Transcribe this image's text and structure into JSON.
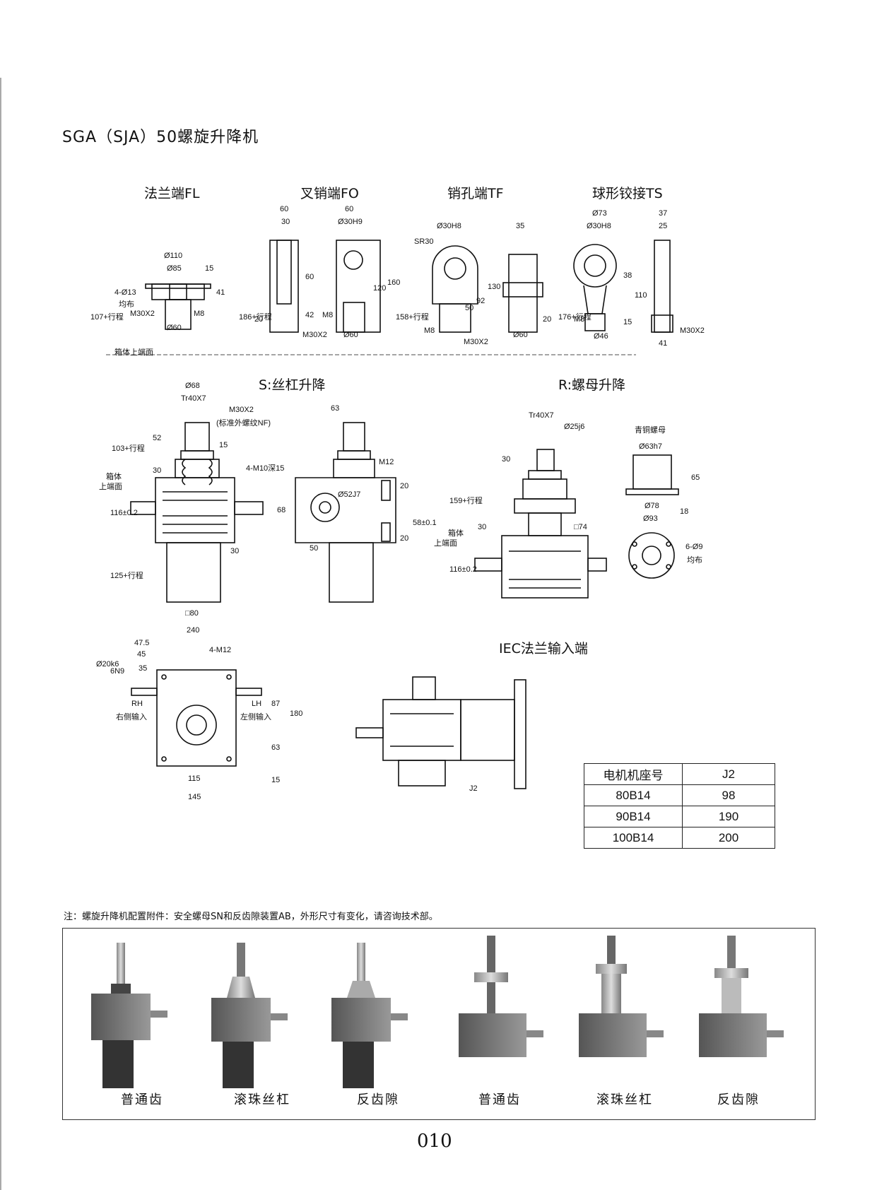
{
  "title": "SGA（SJA）50螺旋升降机",
  "sections": {
    "fl": "法兰端FL",
    "fo": "叉销端FO",
    "tf": "销孔端TF",
    "ts": "球形铰接TS",
    "s_lift": "S:丝杠升降",
    "r_lift": "R:螺母升降",
    "iec": "IEC法兰输入端"
  },
  "dims": {
    "fl": [
      "Ø110",
      "Ø85",
      "15",
      "4-Ø13",
      "均布",
      "41",
      "M30X2",
      "M8",
      "Ø60",
      "107+行程",
      "箱体上端面"
    ],
    "fo": [
      "60",
      "30",
      "60",
      "Ø30H9",
      "60",
      "120",
      "160",
      "186+行程",
      "20",
      "42",
      "M8",
      "M30X2",
      "Ø60"
    ],
    "tf": [
      "Ø30H8",
      "SR30",
      "35",
      "130",
      "92",
      "50",
      "158+行程",
      "M8",
      "M30X2",
      "Ø60",
      "20"
    ],
    "ts": [
      "Ø73",
      "Ø30H8",
      "37",
      "25",
      "38",
      "110",
      "176+行程",
      "M8",
      "15",
      "Ø46",
      "M30X2",
      "41"
    ],
    "s": [
      "Ø68",
      "Tr40X7",
      "M30X2",
      "(标准外螺纹NF)",
      "52",
      "103+行程",
      "15",
      "30",
      "箱体",
      "上端面",
      "116±0.2",
      "125+行程",
      "30",
      "□80",
      "63",
      "4-M10深15",
      "M12",
      "Ø52J7",
      "20",
      "68",
      "58±0.1",
      "20",
      "50"
    ],
    "r": [
      "Tr40X7",
      "Ø25j6",
      "30",
      "159+行程",
      "30",
      "□74",
      "箱体",
      "上端面",
      "116±0.2",
      "青铜螺母",
      "Ø63h7",
      "65",
      "Ø78",
      "Ø93",
      "18",
      "6-Ø9",
      "均布"
    ],
    "input": [
      "240",
      "47.5",
      "45",
      "35",
      "Ø20k6",
      "6N9",
      "4-M12",
      "RH",
      "右侧输入",
      "LH",
      "左侧输入",
      "87",
      "180",
      "63",
      "15",
      "115",
      "145"
    ],
    "iec": [
      "J2"
    ]
  },
  "motor_table": {
    "headers": [
      "电机机座号",
      "J2"
    ],
    "rows": [
      [
        "80B14",
        "98"
      ],
      [
        "90B14",
        "190"
      ],
      [
        "100B14",
        "200"
      ]
    ]
  },
  "note": "注：螺旋升降机配置附件：安全螺母SN和反齿隙装置AB，外形尺寸有变化，请咨询技术部。",
  "photos": [
    "普通齿",
    "滚珠丝杠",
    "反齿隙",
    "普通齿",
    "滚珠丝杠",
    "反齿隙"
  ],
  "page_number": "010"
}
